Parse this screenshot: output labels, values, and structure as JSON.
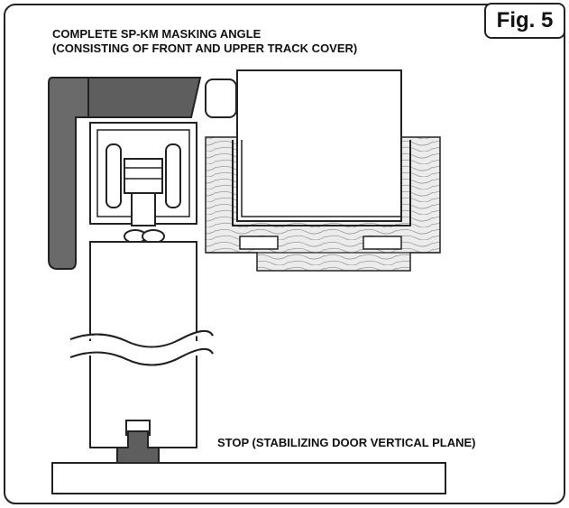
{
  "figure": {
    "tag": "Fig. 5",
    "labels": {
      "masking_angle_line1": "COMPLETE SP-KM MASKING ANGLE",
      "masking_angle_line2": "(CONSISTING OF FRONT AND UPPER TRACK COVER)",
      "stop": "STOP (STABILIZING DOOR VERTICAL PLANE)"
    }
  },
  "colors": {
    "outline": "#222222",
    "cover_dark": "#5a5a5a",
    "cover_mid": "#6e6e6e",
    "wood": "#e8e8e8",
    "background": "#ffffff"
  }
}
